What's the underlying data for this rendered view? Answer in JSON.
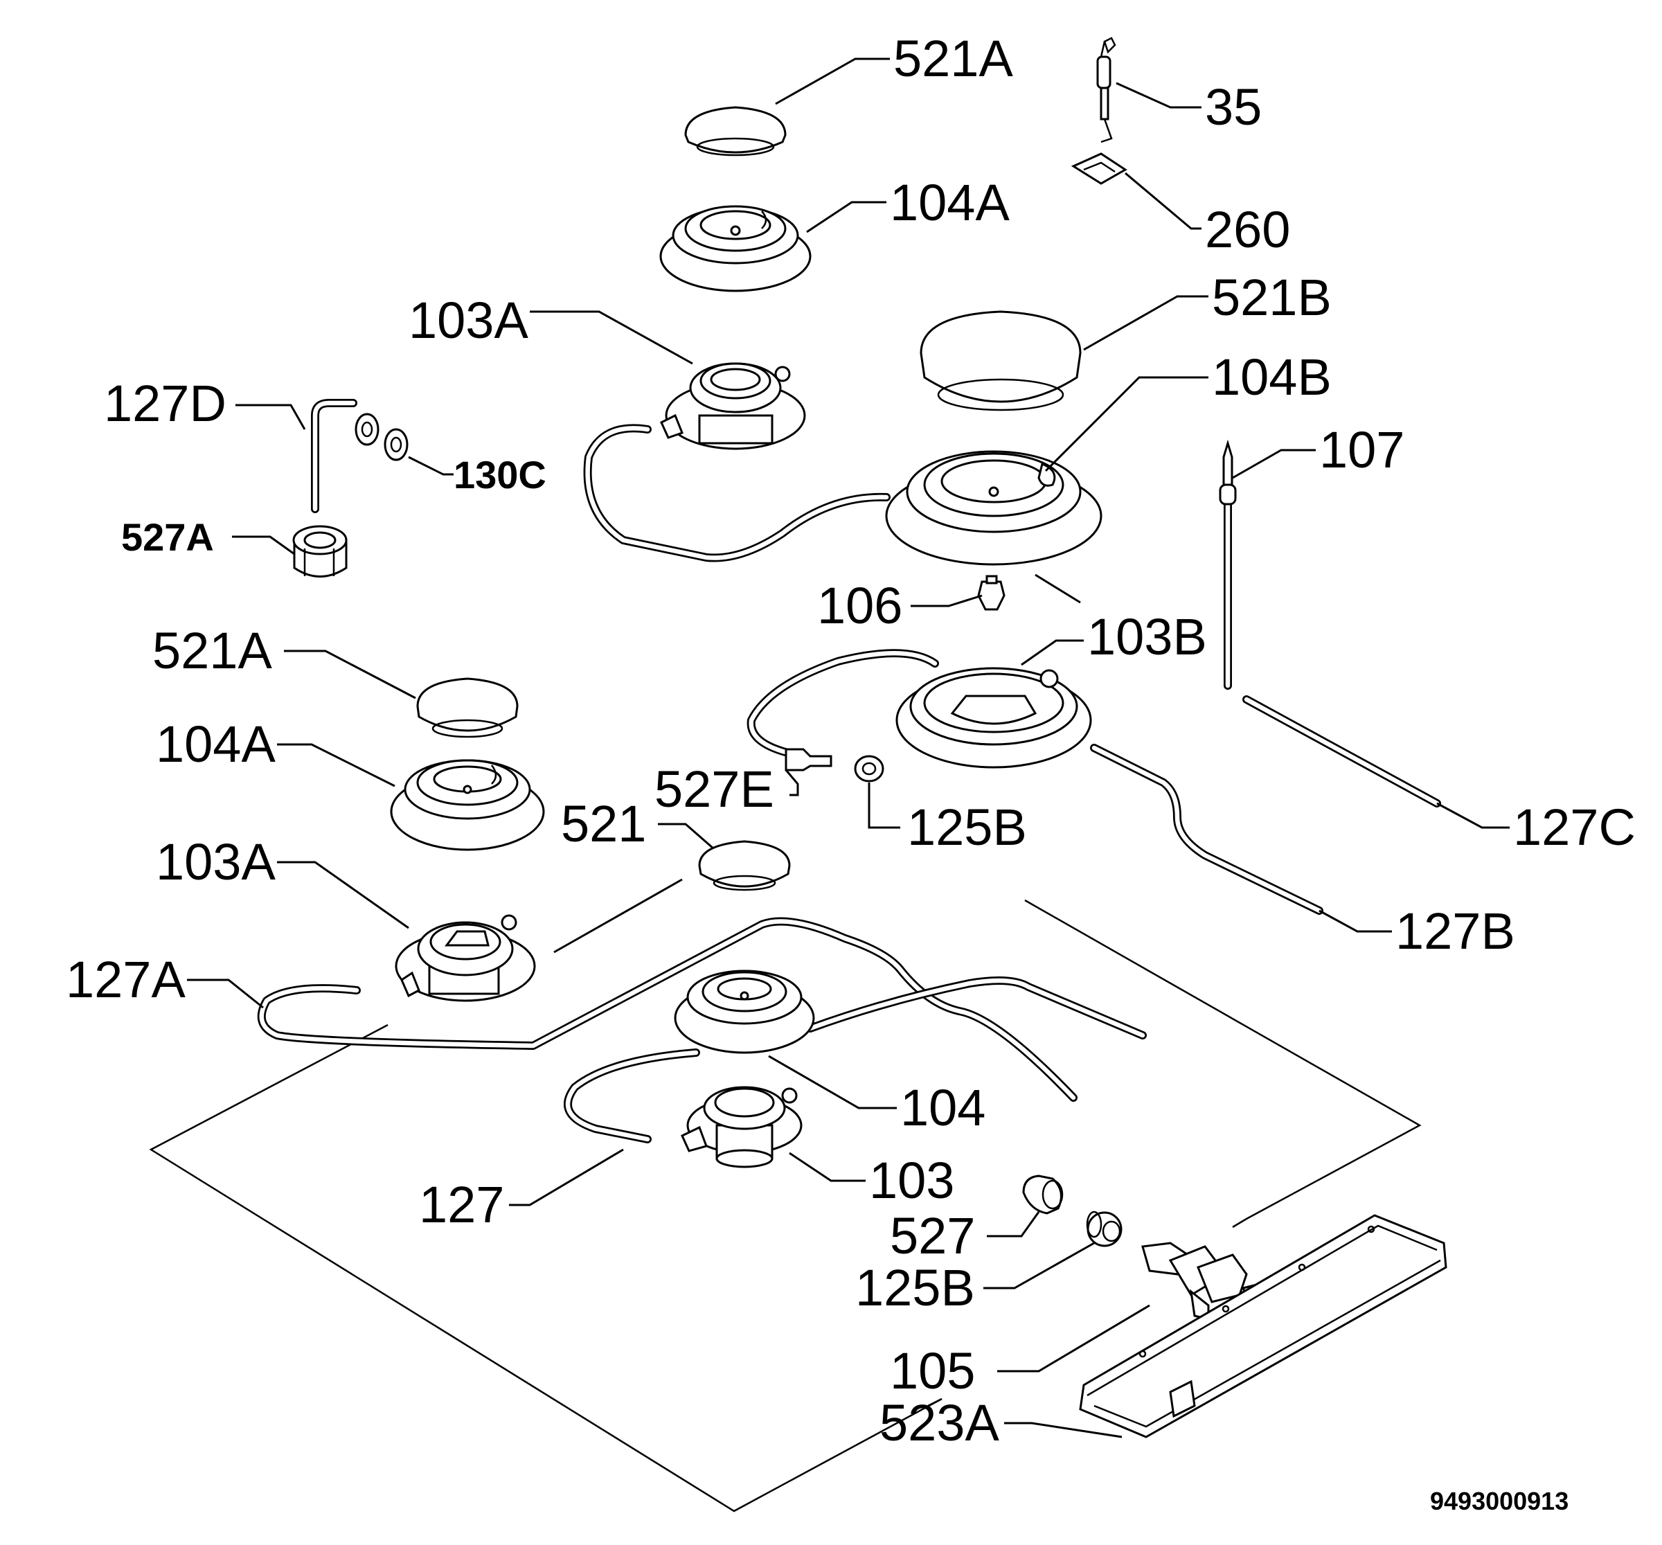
{
  "labels": {
    "l521a_top": "521A",
    "l35": "35",
    "l104a_top": "104A",
    "l260": "260",
    "l521b": "521B",
    "l103a_top": "103A",
    "l104b": "104B",
    "l127d": "127D",
    "l130c": "130C",
    "l107": "107",
    "l527a": "527A",
    "l106": "106",
    "l103b": "103B",
    "l521a_mid": "521A",
    "l104a_mid": "104A",
    "l527e": "527E",
    "l125b_top": "125B",
    "l521": "521",
    "l127c": "127C",
    "l103a_mid": "103A",
    "l127b": "127B",
    "l127a": "127A",
    "l104": "104",
    "l103": "103",
    "l127": "127",
    "l527": "527",
    "l125b_bot": "125B",
    "l105": "105",
    "l523a": "523A"
  },
  "document_number": "9493000913"
}
